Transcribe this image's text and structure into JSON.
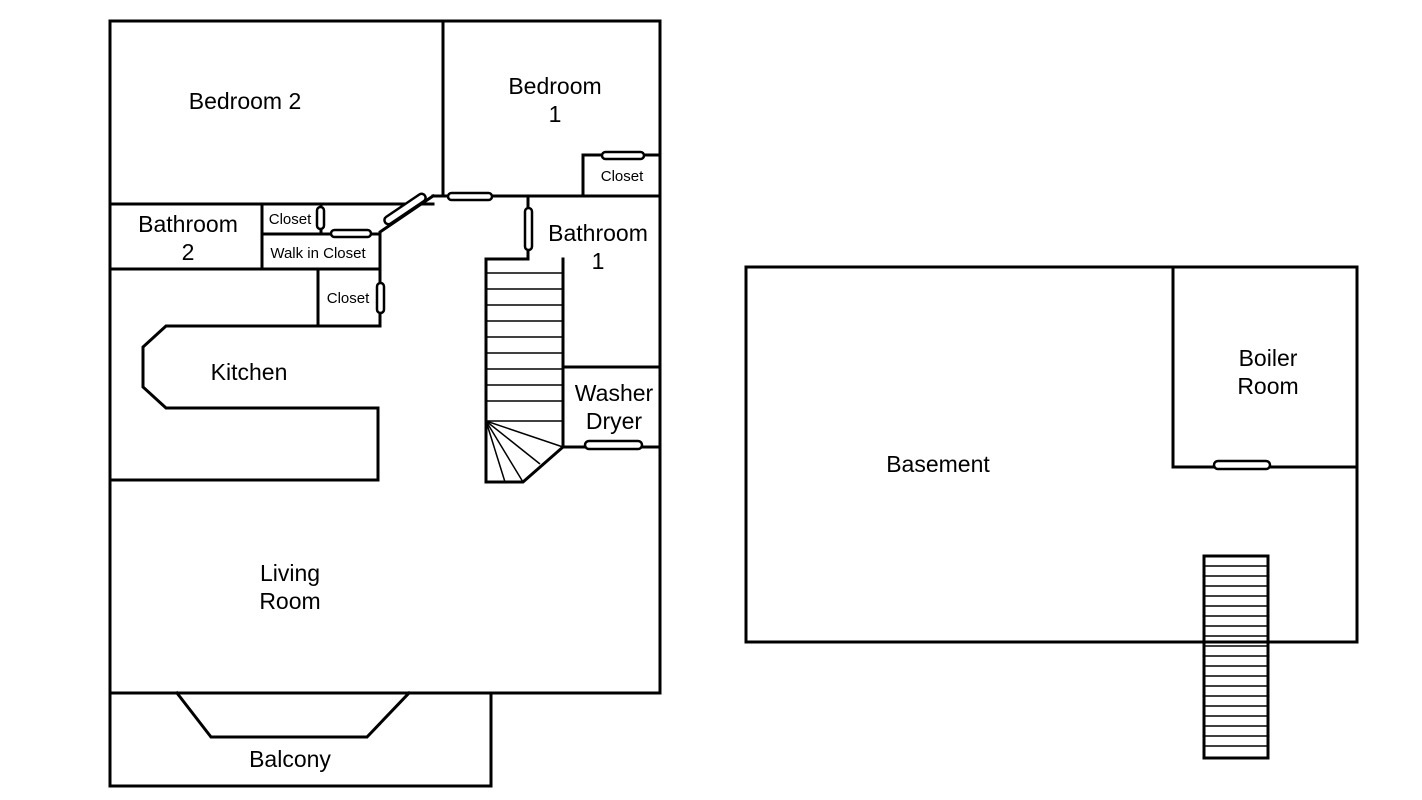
{
  "rooms": {
    "bedroom2": "Bedroom 2",
    "bedroom1_line1": "Bedroom",
    "bedroom1_line2": "1",
    "closet_bedroom1": "Closet",
    "bathroom2_line1": "Bathroom",
    "bathroom2_line2": "2",
    "closet_upper": "Closet",
    "walk_in_closet": "Walk in Closet",
    "closet_lower": "Closet",
    "bathroom1_line1": "Bathroom",
    "bathroom1_line2": "1",
    "kitchen": "Kitchen",
    "washer_line1": "Washer",
    "washer_line2": "Dryer",
    "living_line1": "Living",
    "living_line2": "Room",
    "balcony": "Balcony",
    "basement": "Basement",
    "boiler_line1": "Boiler",
    "boiler_line2": "Room"
  },
  "colors": {
    "line": "#000000",
    "background": "#ffffff"
  }
}
